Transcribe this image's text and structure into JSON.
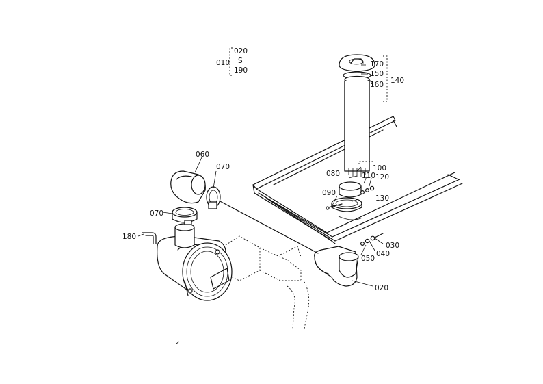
{
  "labels": {
    "l010": "010",
    "l020_top": "020",
    "l_tilde": "S",
    "l190": "190",
    "l170": "170",
    "l150": "150",
    "l160": "160",
    "l140": "140",
    "l100": "100",
    "l080": "080",
    "l110": "110",
    "l120": "120",
    "l090": "090",
    "l130": "130",
    "l060": "060",
    "l070_a": "070",
    "l070_b": "070",
    "l180": "180",
    "l030": "030",
    "l050": "050",
    "l040": "040",
    "l020": "020"
  }
}
